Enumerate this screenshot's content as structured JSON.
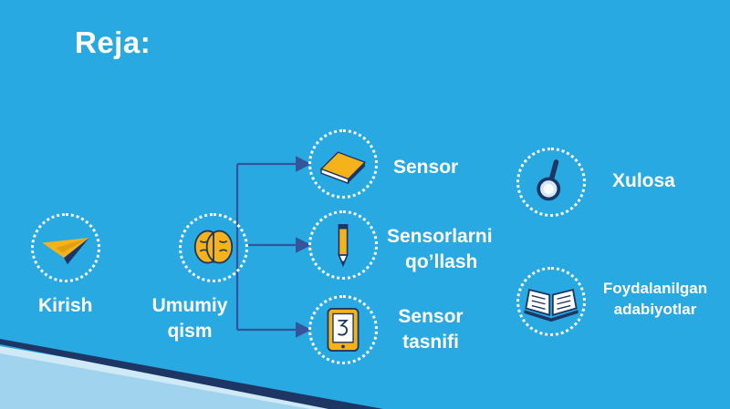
{
  "slide": {
    "title": "Reja:",
    "colors": {
      "background": "#29a9e2",
      "accent": "#f5b21b",
      "dark": "#1d3664",
      "text": "#ffffff"
    }
  },
  "nodes": {
    "kirish": {
      "label": "Kirish",
      "icon": "paper-plane-icon"
    },
    "umumiy": {
      "label_line1": "Umumiy",
      "label_line2": "qism",
      "icon": "brain-icon"
    },
    "sensor": {
      "label": "Sensor",
      "icon": "book-icon"
    },
    "qollash": {
      "label_line1": "Sensorlarni",
      "label_line2": "qo’llash",
      "icon": "pencil-icon"
    },
    "tasnifi": {
      "label_line1": "Sensor",
      "label_line2": "tasnifi",
      "icon": "tablet-icon"
    },
    "xulosa": {
      "label": "Xulosa",
      "icon": "magnifier-icon"
    },
    "adabiyotlar": {
      "label_line1": "Foydalanilgan",
      "label_line2": "adabiyotlar",
      "icon": "open-book-icon"
    }
  }
}
